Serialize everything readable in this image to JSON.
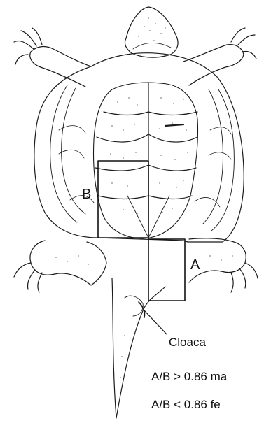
{
  "labels": {
    "b": "B",
    "a": "A",
    "cloaca": "Cloaca",
    "ratio_male": "A/B > 0.86 ma",
    "ratio_female": "A/B < 0.86 fe"
  },
  "colors": {
    "ink": "#111111",
    "stipple": "#8a8a8a",
    "background": "#ffffff"
  }
}
